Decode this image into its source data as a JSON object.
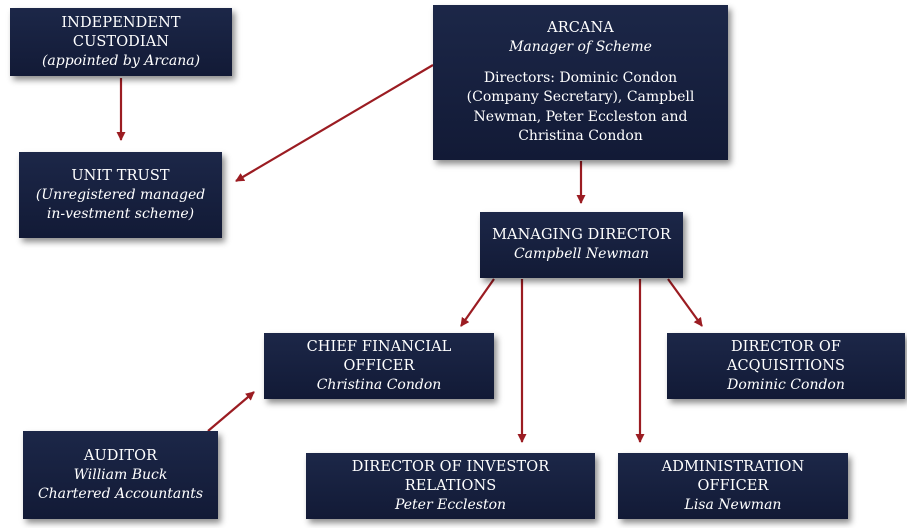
{
  "nodes": {
    "custodian": {
      "title": "INDEPENDENT CUSTODIAN",
      "subtitle": "(appointed by Arcana)"
    },
    "arcana": {
      "title": "ARCANA",
      "subtitle": "Manager of Scheme",
      "directors": "Directors: Dominic Condon (Company Secretary), Campbell Newman, Peter Eccleston and Christina Condon"
    },
    "unit_trust": {
      "title": "UNIT TRUST",
      "subtitle": "(Unregistered managed in-vestment scheme)"
    },
    "managing_director": {
      "title": "MANAGING DIRECTOR",
      "subtitle": "Campbell Newman"
    },
    "cfo": {
      "title": "CHIEF FINANCIAL OFFICER",
      "subtitle": "Christina Condon"
    },
    "acquisitions": {
      "title": "DIRECTOR OF ACQUISITIONS",
      "subtitle": "Dominic Condon"
    },
    "auditor": {
      "title": "AUDITOR",
      "subtitle": "William Buck",
      "subtitle2": "Chartered Accountants"
    },
    "investor_relations": {
      "title": "DIRECTOR OF INVESTOR RELATIONS",
      "subtitle": "Peter Eccleston"
    },
    "admin": {
      "title": "ADMINISTRATION OFFICER",
      "subtitle": "Lisa Newman"
    }
  },
  "edges": [
    {
      "from": "custodian",
      "to": "unit_trust"
    },
    {
      "from": "arcana",
      "to": "unit_trust"
    },
    {
      "from": "arcana",
      "to": "managing_director"
    },
    {
      "from": "managing_director",
      "to": "cfo"
    },
    {
      "from": "managing_director",
      "to": "investor_relations"
    },
    {
      "from": "managing_director",
      "to": "admin"
    },
    {
      "from": "managing_director",
      "to": "acquisitions"
    },
    {
      "from": "auditor",
      "to": "cfo"
    }
  ],
  "colors": {
    "box": "#141c3a",
    "arrow": "#9b1c22",
    "text": "#ffffff"
  }
}
